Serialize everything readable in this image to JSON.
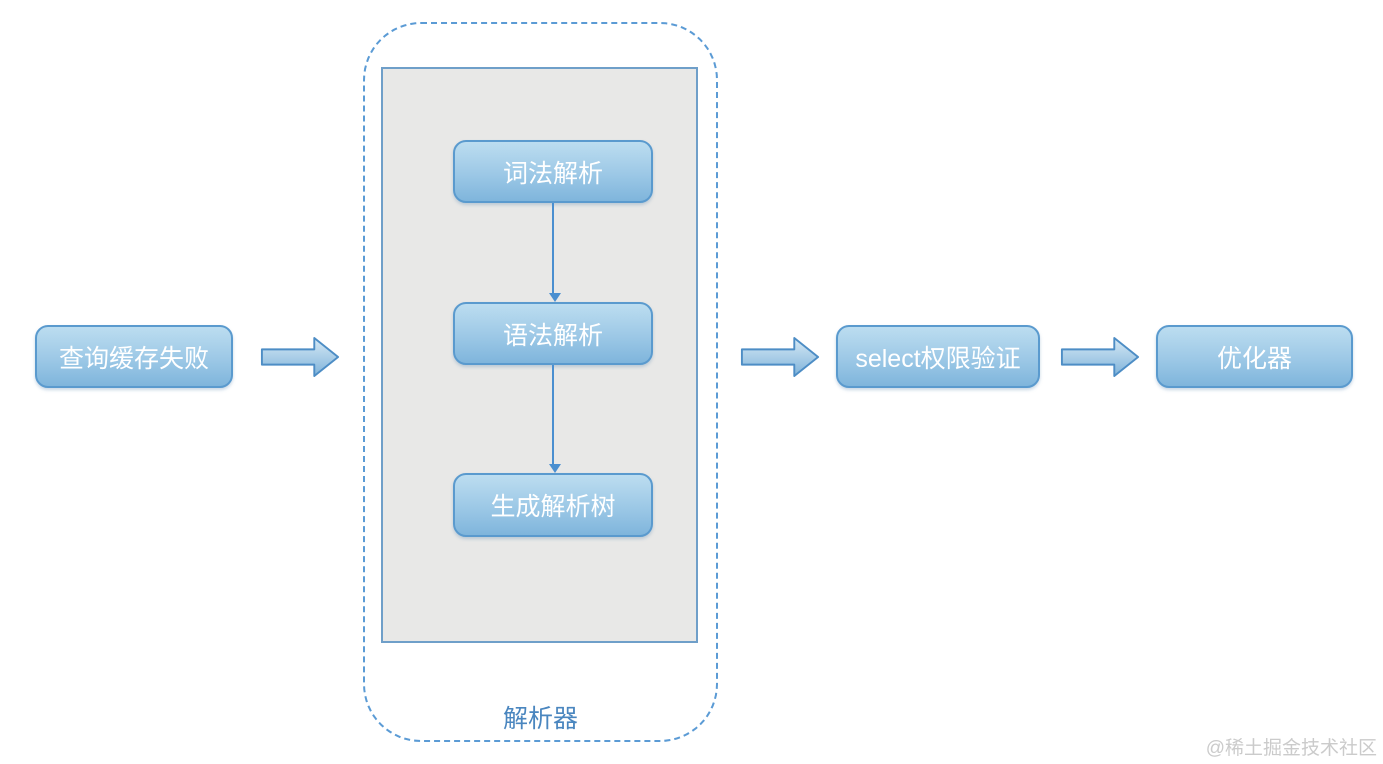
{
  "diagram": {
    "type": "flowchart",
    "nodes": {
      "query_cache": {
        "label": "查询缓存失败"
      },
      "lexical": {
        "label": "词法解析"
      },
      "syntax": {
        "label": "语法解析"
      },
      "parse_tree": {
        "label": "生成解析树"
      },
      "select_auth": {
        "label": "select权限验证"
      },
      "optimizer": {
        "label": "优化器"
      }
    },
    "groups": {
      "parser": {
        "label": "解析器",
        "children": [
          "lexical",
          "syntax",
          "parse_tree"
        ]
      }
    },
    "edges": [
      {
        "from": "query_cache",
        "to": "parser",
        "style": "block-arrow-right"
      },
      {
        "from": "lexical",
        "to": "syntax",
        "style": "thin-arrow-down"
      },
      {
        "from": "syntax",
        "to": "parse_tree",
        "style": "thin-arrow-down"
      },
      {
        "from": "parser",
        "to": "select_auth",
        "style": "block-arrow-right"
      },
      {
        "from": "select_auth",
        "to": "optimizer",
        "style": "block-arrow-right"
      }
    ],
    "colors": {
      "node_fill_top": "#bcddf0",
      "node_fill_bottom": "#7fb5dc",
      "node_border": "#5a9ace",
      "node_text": "#ffffff",
      "arrow_fill_top": "#d6e9f5",
      "arrow_fill_bottom": "#7fb3da",
      "arrow_border": "#4d8dc5",
      "connector": "#4a8fd0",
      "group_dashed_border": "#5b9bd5",
      "group_inner_fill": "#e8e8e7",
      "group_inner_border": "#6f9fc9",
      "group_label_color": "#4a86bf"
    }
  },
  "watermark": {
    "text": "@稀土掘金技术社区",
    "color": "#cbcbcb"
  }
}
